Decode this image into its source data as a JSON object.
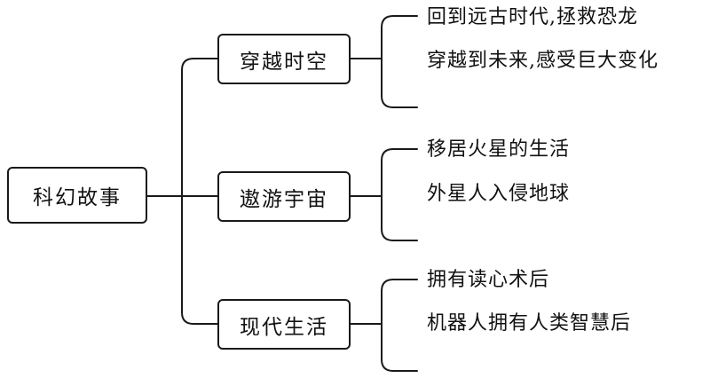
{
  "root": {
    "label": "科幻故事"
  },
  "branches": [
    {
      "label": "穿越时空",
      "items": [
        "回到远古时代,拯救恐龙",
        "穿越到未来,感受巨大变化",
        ""
      ]
    },
    {
      "label": "遨游宇宙",
      "items": [
        "移居火星的生活",
        "外星人入侵地球",
        ""
      ]
    },
    {
      "label": "现代生活",
      "items": [
        "拥有读心术后",
        "机器人拥有人类智慧后",
        ""
      ]
    }
  ]
}
